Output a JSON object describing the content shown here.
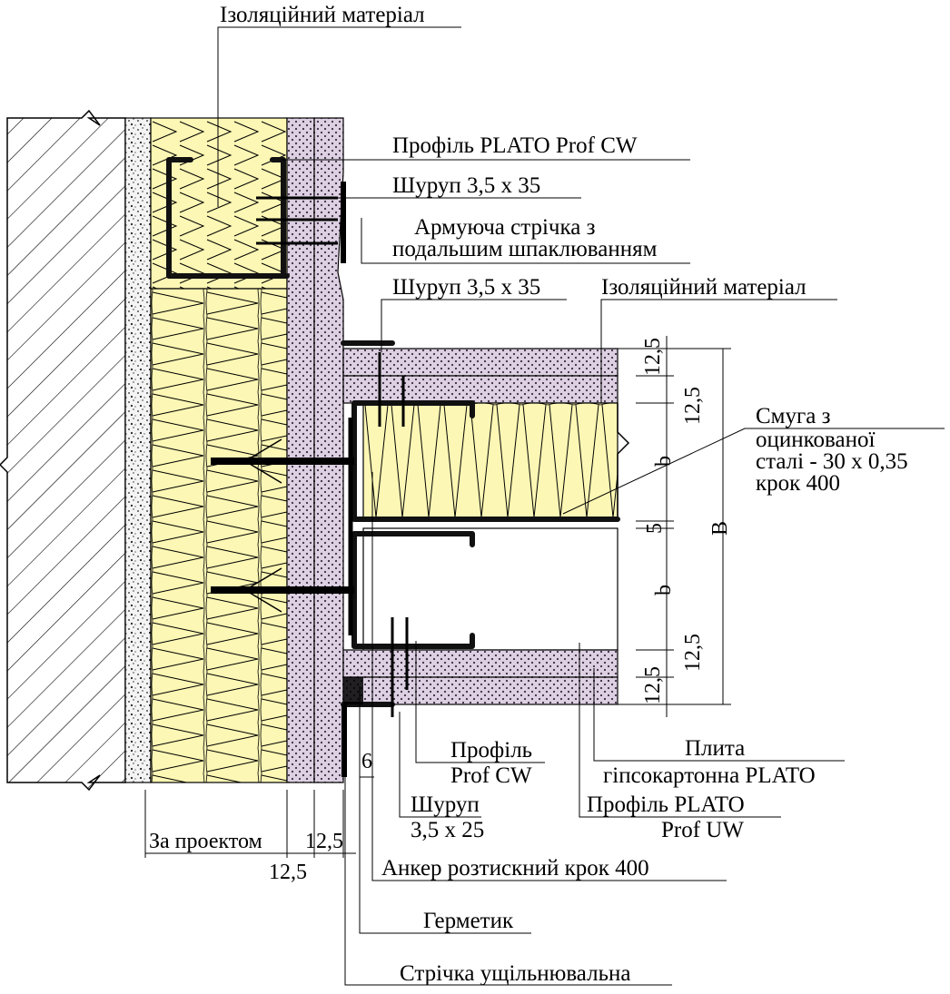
{
  "colors": {
    "insulation": "#fcf7b4",
    "board": "#ddd0e2",
    "board_dots": "#3a2d3f",
    "plaster": "#f4f4f4",
    "line": "#000000",
    "profile": "#111111"
  },
  "labels": {
    "insulation_top": "Ізоляційний матеріал",
    "profile_cw_top": "Профіль PLATO Prof CW",
    "screw_1": "Шуруп 3,5 х 35",
    "tape_line1": "Армуюча стрічка з",
    "tape_line2": "подальшим шпаклюванням",
    "screw_2": "Шуруп 3,5 х 35",
    "insulation_right": "Ізоляційний матеріал",
    "strip_line1": "Смуга з",
    "strip_line2": "оцинкованої",
    "strip_line3": "сталі - 30 х 0,35",
    "strip_line4": "крок 400",
    "profile_cw_bottom_line1": "Профіль",
    "profile_cw_bottom_line2": "Prof CW",
    "board_line1": "Плита",
    "board_line2": "гіпсокартонна PLATO",
    "screw_3_line1": "Шуруп",
    "screw_3_line2": "3,5 х 25",
    "profile_uw_line1": "Профіль PLATO",
    "profile_uw_line2": "Prof UW",
    "anchor": "Анкер розтискний крок 400",
    "sealant": "Герметик",
    "sealing_tape": "Стрічка ущільнювальна"
  },
  "dimensions": {
    "by_project": "За проектом",
    "left_12_5_a": "12,5",
    "left_12_5_b": "12,5",
    "gap_6": "6",
    "right_12_5_top": "12,5",
    "right_12_5_second": "12,5",
    "right_b_upper": "b",
    "right_5": "5",
    "right_b_lower": "b",
    "right_12_5_third": "12,5",
    "right_12_5_bottom": "12,5",
    "total_B": "B"
  }
}
